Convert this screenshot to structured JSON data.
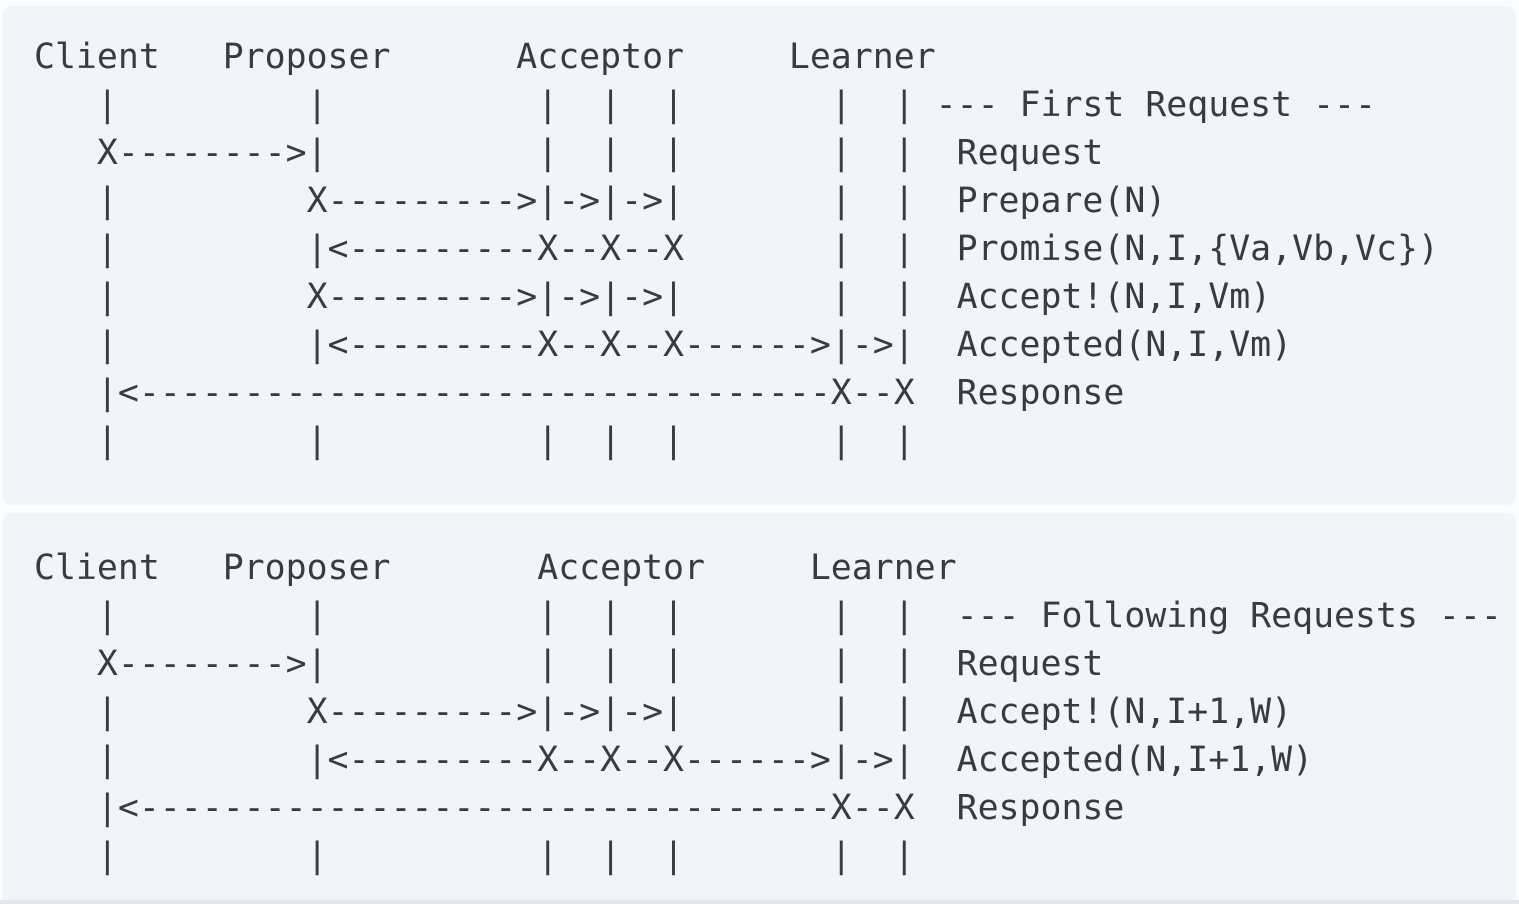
{
  "colors": {
    "page_bg": "#fbfcfe",
    "block_bg": "#f1f4f8",
    "text": "#373c42",
    "bottom_edge": "#e3e8ef"
  },
  "first_request": {
    "section_label": "--- First Request ---",
    "actors": [
      "Client",
      "Proposer",
      "Acceptor",
      "Learner"
    ],
    "messages": [
      "Request",
      "Prepare(N)",
      "Promise(N,I,{Va,Vb,Vc})",
      "Accept!(N,I,Vm)",
      "Accepted(N,I,Vm)",
      "Response"
    ],
    "lines": [
      "Client   Proposer      Acceptor     Learner",
      "   |         |          |  |  |       |  | --- First Request ---",
      "   X-------->|          |  |  |       |  |  Request",
      "   |         X--------->|->|->|       |  |  Prepare(N)",
      "   |         |<---------X--X--X       |  |  Promise(N,I,{Va,Vb,Vc})",
      "   |         X--------->|->|->|       |  |  Accept!(N,I,Vm)",
      "   |         |<---------X--X--X------>|->|  Accepted(N,I,Vm)",
      "   |<---------------------------------X--X  Response",
      "   |         |          |  |  |       |  |"
    ]
  },
  "following_requests": {
    "section_label": "--- Following Requests ---",
    "actors": [
      "Client",
      "Proposer",
      "Acceptor",
      "Learner"
    ],
    "messages": [
      "Request",
      "Accept!(N,I+1,W)",
      "Accepted(N,I+1,W)",
      "Response"
    ],
    "lines": [
      "Client   Proposer       Acceptor     Learner",
      "   |         |          |  |  |       |  |  --- Following Requests ---",
      "   X-------->|          |  |  |       |  |  Request",
      "   |         X--------->|->|->|       |  |  Accept!(N,I+1,W)",
      "   |         |<---------X--X--X------>|->|  Accepted(N,I+1,W)",
      "   |<---------------------------------X--X  Response",
      "   |         |          |  |  |       |  |"
    ]
  }
}
